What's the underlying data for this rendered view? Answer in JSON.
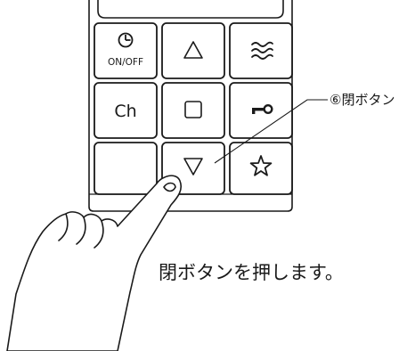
{
  "remote": {
    "buttons": [
      {
        "id": "timer",
        "icon": "clock-icon",
        "label": "ON/OFF"
      },
      {
        "id": "up",
        "icon": "triangle-up-icon",
        "label": ""
      },
      {
        "id": "waves",
        "icon": "triple-wave-icon",
        "label": ""
      },
      {
        "id": "channel",
        "icon": "",
        "label": "Ch"
      },
      {
        "id": "stop",
        "icon": "square-icon",
        "label": ""
      },
      {
        "id": "key",
        "icon": "key-icon",
        "label": ""
      },
      {
        "id": "blank",
        "icon": "",
        "label": ""
      },
      {
        "id": "close",
        "icon": "triangle-down-icon",
        "label": ""
      },
      {
        "id": "favorite",
        "icon": "star-icon",
        "label": ""
      }
    ]
  },
  "callout": {
    "label": "⑥閉ボタン"
  },
  "instruction": {
    "text": "閉ボタンを押します。"
  },
  "colors": {
    "line": "#1a1a1a",
    "fill": "#ffffff"
  }
}
